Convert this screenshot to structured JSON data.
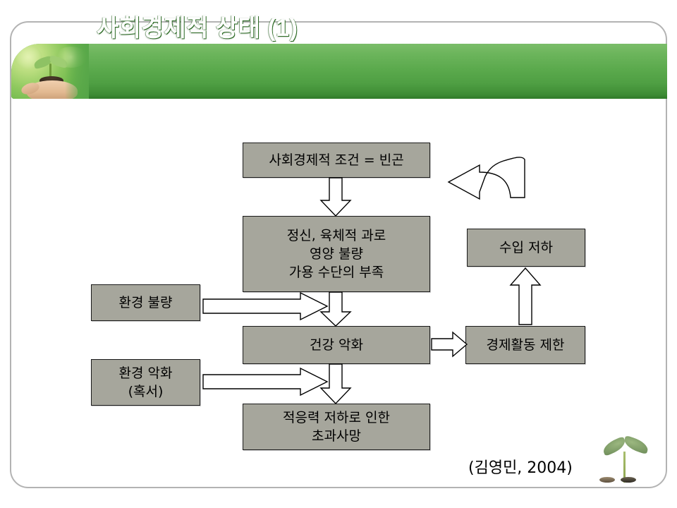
{
  "slide": {
    "title": "사회경제적 상태 (1)",
    "header_icon": "seedling-in-hands-photo",
    "decoration_icon": "sprout-icon",
    "citation": "(김영민, 2004)",
    "accent_color": "#5aa94c",
    "node_fill_color": "#a6a69c",
    "node_border_color": "#1a1a1a"
  },
  "diagram": {
    "type": "flowchart",
    "nodes": [
      {
        "id": "poverty",
        "label": "사회경제적 조건 = 빈곤"
      },
      {
        "id": "overwork",
        "label": "정신, 육체적 과로\n영양 불량\n가용 수단의 부족"
      },
      {
        "id": "bad-env",
        "label": "환경 불량"
      },
      {
        "id": "env-worsen",
        "label": "환경 악화\n(혹서)"
      },
      {
        "id": "health-decl",
        "label": "건강 악화"
      },
      {
        "id": "excess-death",
        "label": "적응력 저하로 인한\n초과사망"
      },
      {
        "id": "econ-limit",
        "label": "경제활동 제한"
      },
      {
        "id": "income-drop",
        "label": "수입 저하"
      }
    ],
    "edges": [
      {
        "from": "poverty",
        "to": "overwork",
        "kind": "down-arrow"
      },
      {
        "from": "overwork",
        "to": "health-decl",
        "kind": "down-arrow"
      },
      {
        "from": "bad-env",
        "to": "overwork",
        "kind": "right-arrow"
      },
      {
        "from": "env-worsen",
        "to": "health-decl",
        "kind": "right-arrow"
      },
      {
        "from": "health-decl",
        "to": "excess-death",
        "kind": "down-arrow"
      },
      {
        "from": "health-decl",
        "to": "econ-limit",
        "kind": "right-arrow"
      },
      {
        "from": "econ-limit",
        "to": "income-drop",
        "kind": "up-arrow"
      },
      {
        "from": "income-drop",
        "to": "poverty",
        "kind": "curved-left-arrow"
      }
    ]
  }
}
